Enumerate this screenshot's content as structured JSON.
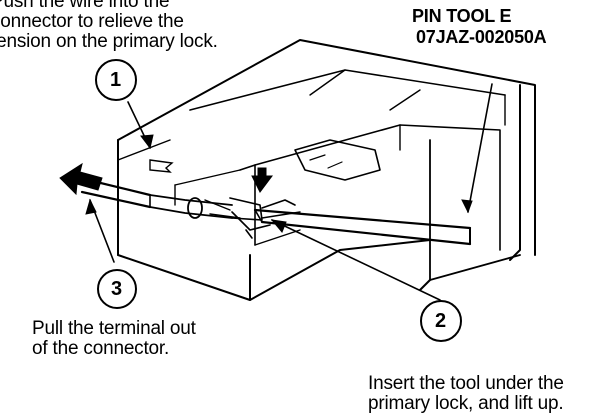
{
  "callouts": {
    "step1": {
      "number": "1",
      "text": "Push the wire into the\nconnector to relieve the\ntension on the primary lock."
    },
    "step2": {
      "number": "2",
      "text": "Insert the tool under the\nprimary lock, and lift up."
    },
    "step3": {
      "number": "3",
      "text": "Pull the terminal out\nof the connector."
    }
  },
  "tool_label": {
    "name": "PIN TOOL E",
    "part_number": "07JAZ-002050A"
  },
  "colors": {
    "ink": "#000000",
    "paper": "#ffffff"
  }
}
